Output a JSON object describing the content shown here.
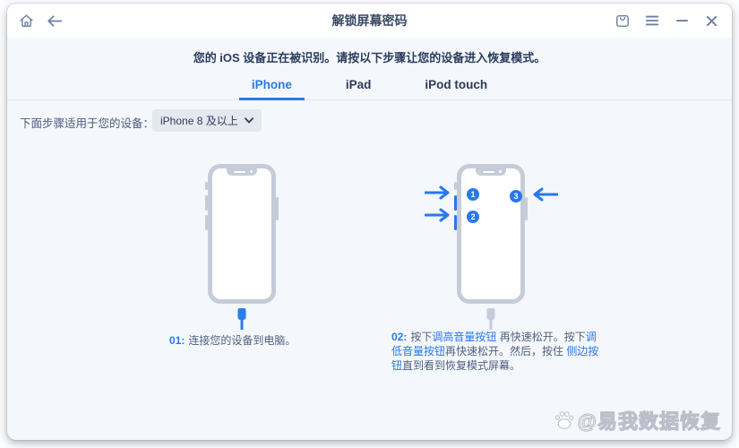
{
  "window": {
    "title": "解锁屏幕密码"
  },
  "icons": {
    "home": "home-icon",
    "back": "back-arrow-icon",
    "bag": "bag-icon",
    "menu": "hamburger-menu-icon",
    "minimize": "minimize-icon",
    "close": "close-icon",
    "chevron": "chevron-down-icon",
    "paw": "paw-watermark-icon"
  },
  "statement": "您的 iOS 设备正在被识别。请按以下步骤让您的设备进入恢复模式。",
  "tabs": [
    {
      "label": "iPhone",
      "active": true
    },
    {
      "label": "iPad",
      "active": false
    },
    {
      "label": "iPod touch",
      "active": false
    }
  ],
  "device_selector": {
    "label": "下面步骤适用于您的设备：",
    "value": "iPhone 8 及以上"
  },
  "steps": {
    "step1": {
      "number": "01:",
      "text": "连接您的设备到电脑。"
    },
    "step2": {
      "number": "02:",
      "segments": [
        {
          "text": "按下",
          "highlight": false
        },
        {
          "text": "调高音量按钮",
          "highlight": true
        },
        {
          "text": " 再快速松开。按下",
          "highlight": false
        },
        {
          "text": "调低音量按钮",
          "highlight": true
        },
        {
          "text": "再快速松开。然后，按住 ",
          "highlight": false
        },
        {
          "text": "侧边按钮",
          "highlight": true
        },
        {
          "text": "直到看到恢复模式屏幕。",
          "highlight": false
        }
      ]
    }
  },
  "markers": [
    "1",
    "2",
    "3"
  ],
  "watermark": {
    "text": "@易我数据恢复"
  },
  "colors": {
    "accent": "#2878f0",
    "topbar_bg": "#ffffff",
    "content_bg": "#f4f7fc",
    "phone_gray": "#c5ccd8",
    "cable_blue": "#2b7bf3",
    "text_dark": "#2c3c5c",
    "text_step": "#51617e"
  }
}
